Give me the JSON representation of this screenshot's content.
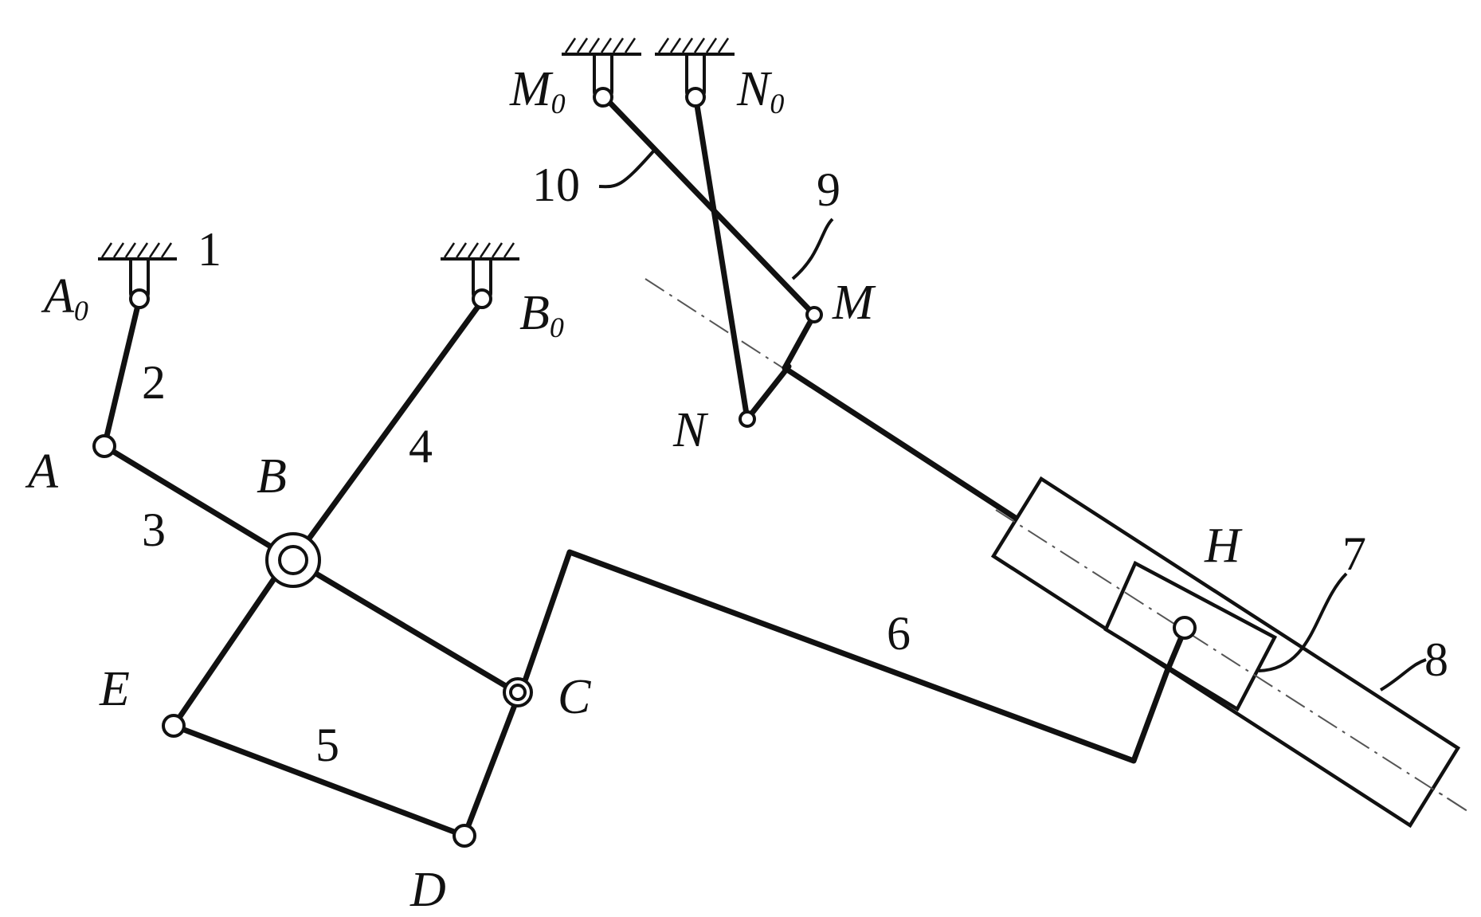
{
  "labels": {
    "A0": "A",
    "A0_sub": "0",
    "B0": "B",
    "B0_sub": "0",
    "M0": "M",
    "M0_sub": "0",
    "N0": "N",
    "N0_sub": "0",
    "A": "A",
    "B": "B",
    "C": "C",
    "D": "D",
    "E": "E",
    "M": "M",
    "N": "N",
    "H": "H"
  },
  "link_numbers": {
    "n1": "1",
    "n2": "2",
    "n3": "3",
    "n4": "4",
    "n5": "5",
    "n6": "6",
    "n7": "7",
    "n8": "8",
    "n9": "9",
    "n10": "10"
  },
  "colors": {
    "ink": "#111111",
    "background": "#ffffff"
  }
}
